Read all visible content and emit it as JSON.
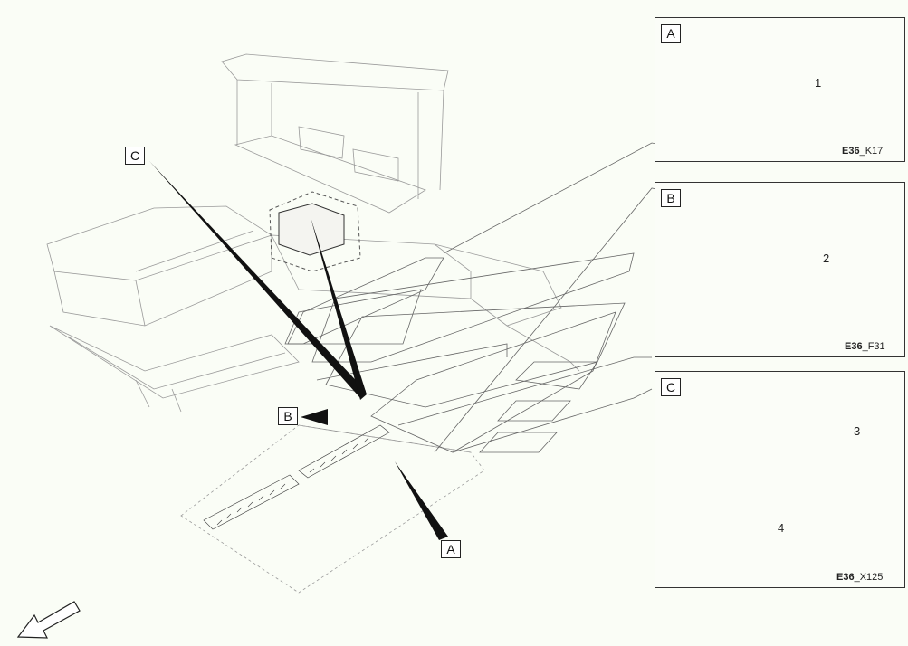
{
  "labels": {
    "a": "A",
    "b": "B",
    "c": "C"
  },
  "panels": {
    "a": {
      "tag": "A",
      "callouts": [
        "1"
      ],
      "code_prefix": "E36",
      "code_suffix": "_K17"
    },
    "b": {
      "tag": "B",
      "callouts": [
        "2"
      ],
      "code_prefix": "E36",
      "code_suffix": "_F31"
    },
    "c": {
      "tag": "C",
      "callouts": [
        "3",
        "4"
      ],
      "code_prefix": "E36",
      "code_suffix": "_X125"
    }
  }
}
